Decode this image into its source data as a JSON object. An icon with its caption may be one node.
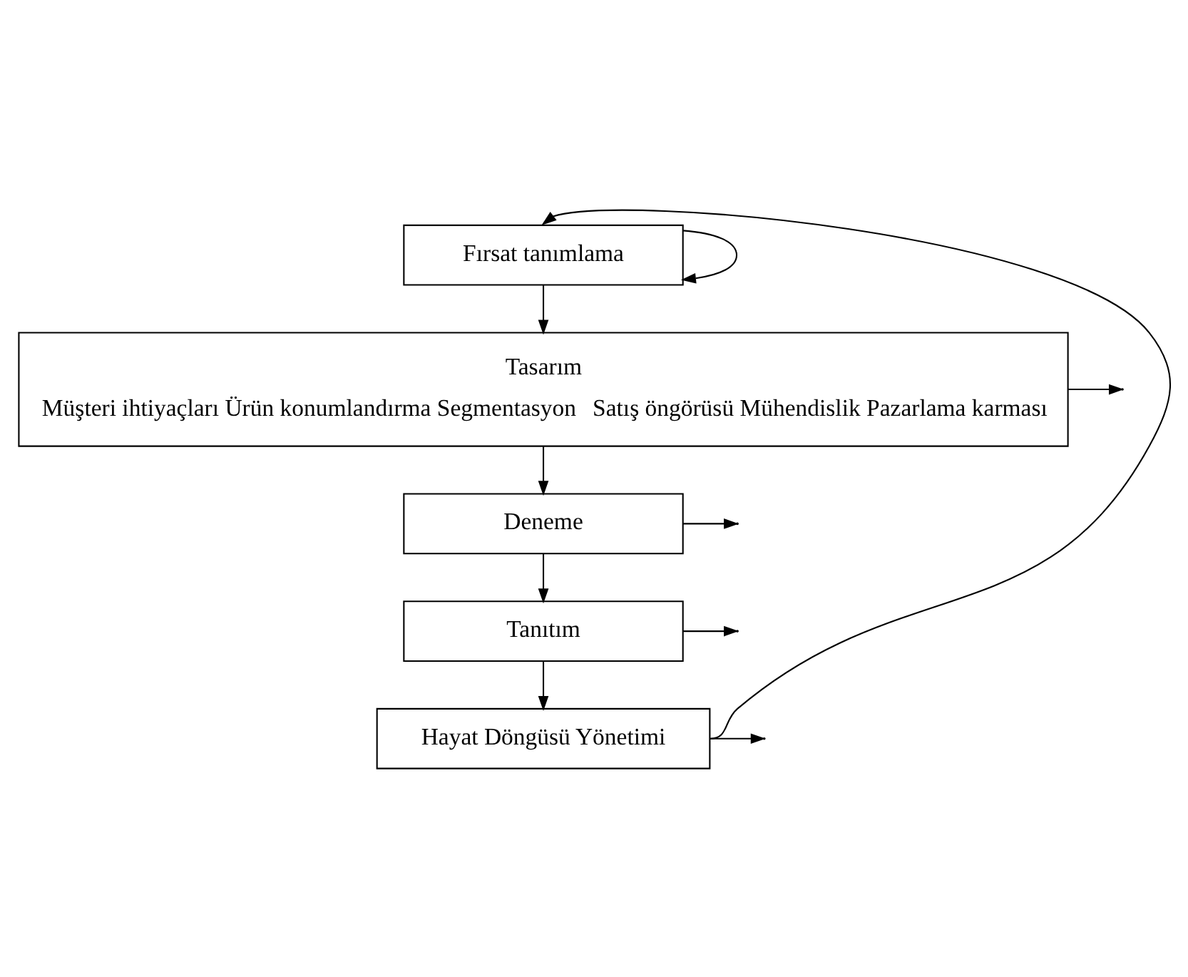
{
  "diagram": {
    "nodes": [
      {
        "text": [
          "Fırsat tanımlama"
        ]
      },
      {
        "text": [
          "Tasarım",
          "Müşteri ihtiyaçları Ürün konumlandırma Segmentasyon",
          "Satış öngörüsü Mühendislik Pazarlama karması"
        ]
      },
      {
        "text": [
          "Deneme"
        ]
      },
      {
        "text": [
          "Tanıtım"
        ]
      },
      {
        "text": [
          "Hayat Döngüsü Yönetimi"
        ]
      }
    ],
    "edges": [
      {
        "from": 0,
        "to": 1,
        "arrow": "to"
      },
      {
        "from": 0,
        "to": 0,
        "arrow": "to"
      },
      {
        "from": 1,
        "to": 2,
        "arrow": "to"
      },
      {
        "from": 1,
        "to": null,
        "arrow": "to"
      },
      {
        "from": 2,
        "to": 3,
        "arrow": "to"
      },
      {
        "from": 2,
        "to": null,
        "arrow": "to"
      },
      {
        "from": 3,
        "to": 4,
        "arrow": "to"
      },
      {
        "from": 3,
        "to": null,
        "arrow": "to"
      },
      {
        "from": 4,
        "to": null,
        "arrow": "to"
      },
      {
        "from": 4,
        "to": 0,
        "arrow": "to"
      }
    ]
  }
}
